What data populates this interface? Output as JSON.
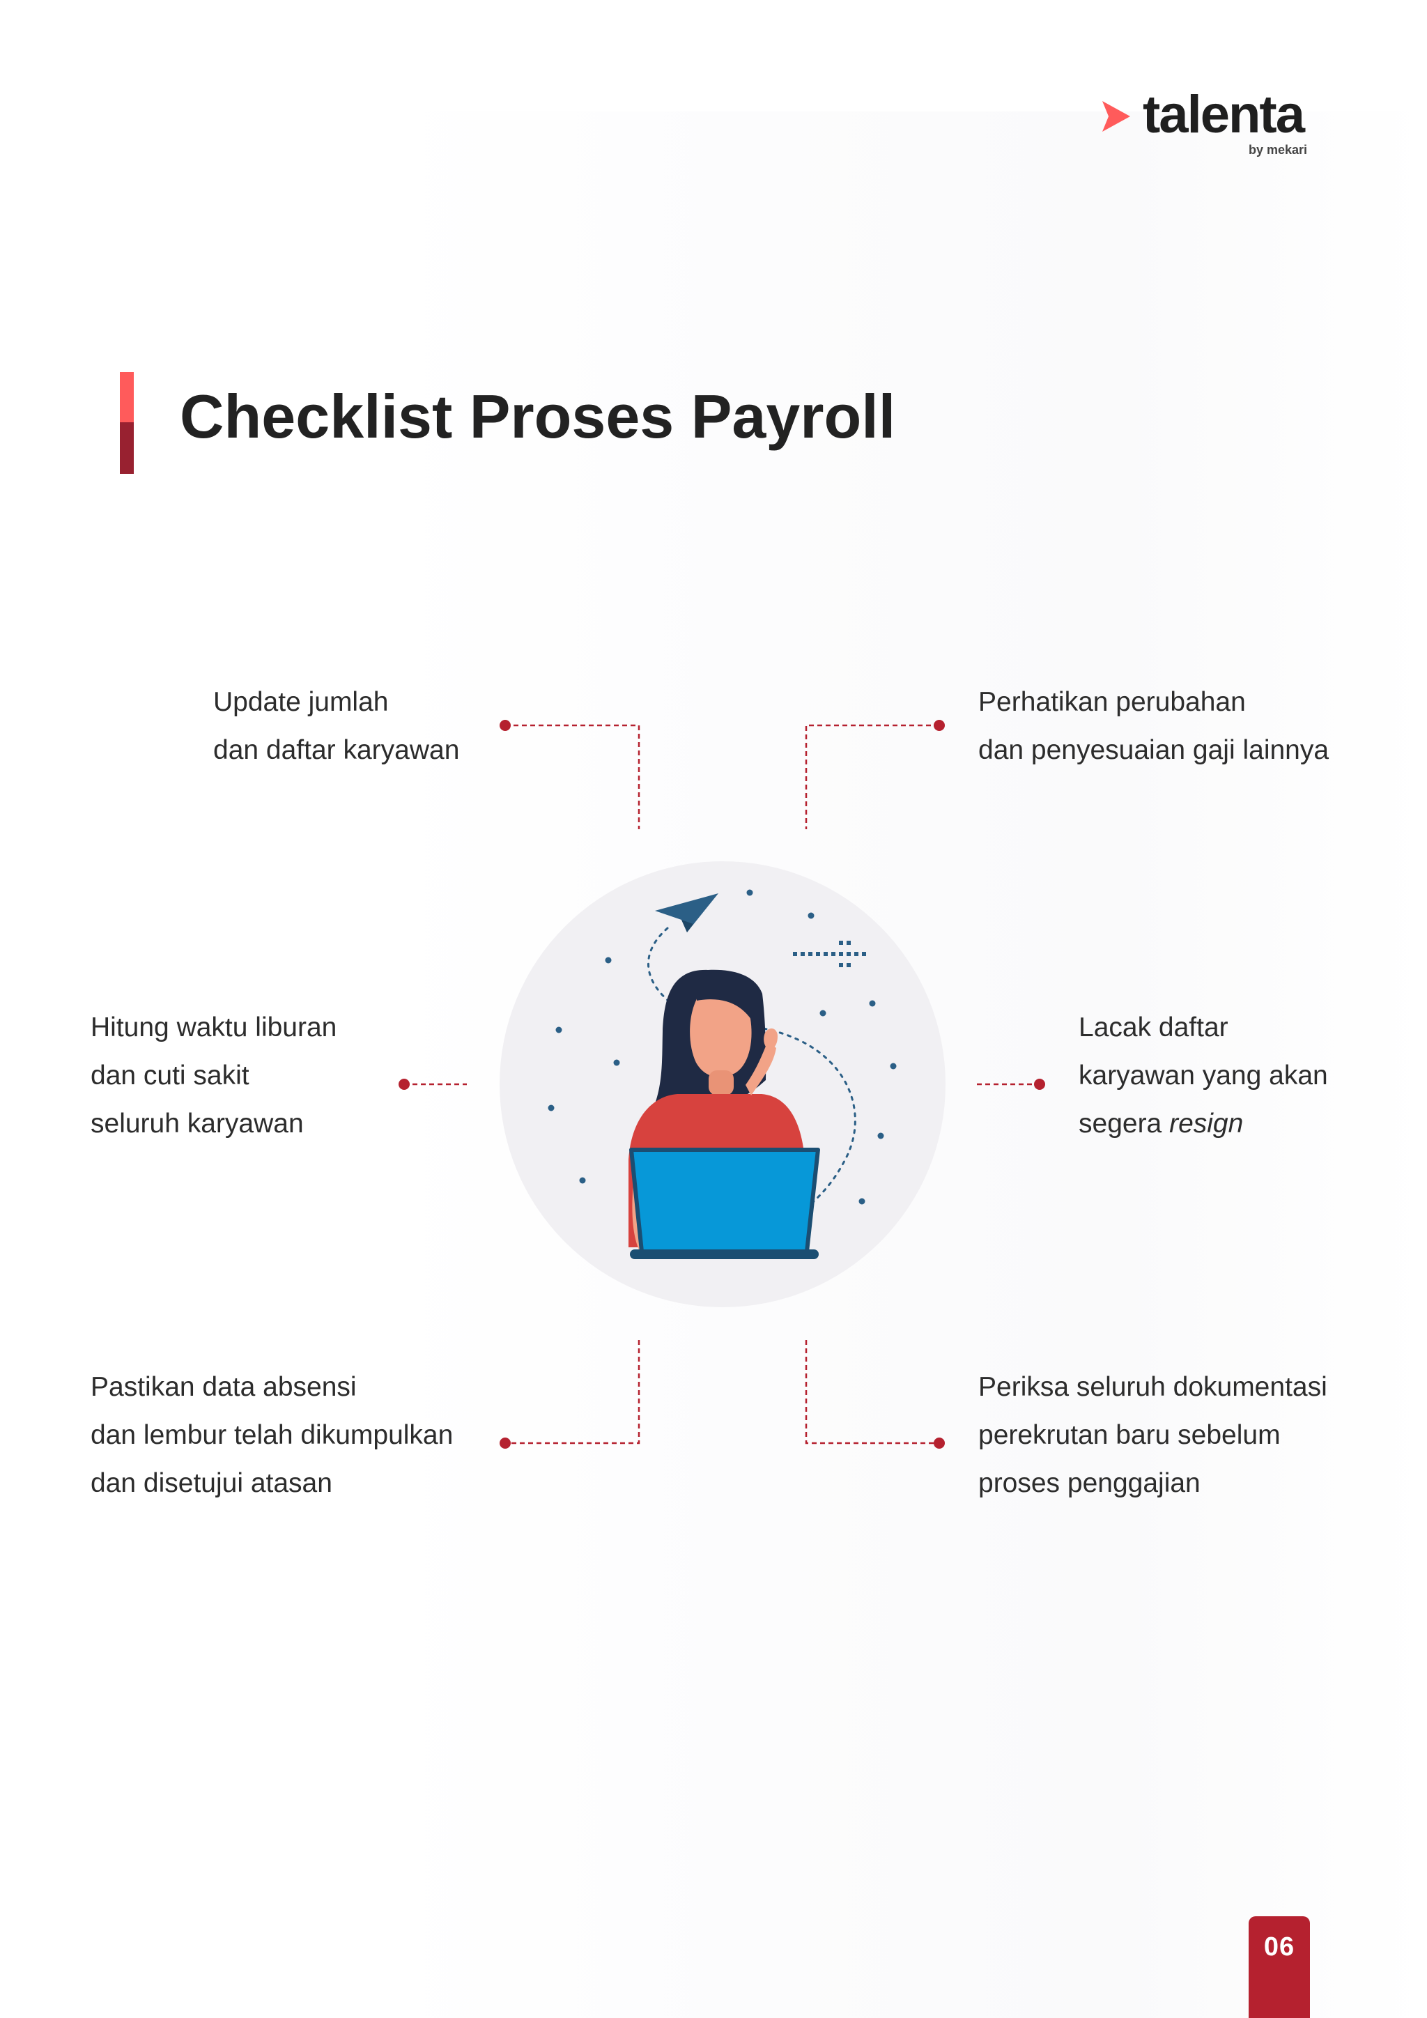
{
  "brand": {
    "name": "talenta",
    "tagline": "by mekari",
    "accent_colors": [
      "#ff5b5b",
      "#982130",
      "#b5212f"
    ]
  },
  "header": {
    "title": "Checklist Proses Payroll"
  },
  "checklist": {
    "top_left": {
      "line1": "Update jumlah",
      "line2": "dan daftar karyawan"
    },
    "top_right": {
      "line1": "Perhatikan perubahan",
      "line2": "dan penyesuaian gaji lainnya"
    },
    "mid_left": {
      "line1": "Hitung waktu liburan",
      "line2": "dan cuti sakit",
      "line3": "seluruh karyawan"
    },
    "mid_right": {
      "line1": "Lacak daftar",
      "line2": "karyawan yang akan",
      "line3_prefix": "segera ",
      "line3_emphasis": "resign"
    },
    "bottom_left": {
      "line1": "Pastikan data absensi",
      "line2": "dan lembur telah dikumpulkan",
      "line3": "dan disetujui atasan"
    },
    "bottom_right": {
      "line1": "Periksa seluruh dokumentasi",
      "line2": "perekrutan baru sebelum",
      "line3": "proses penggajian"
    }
  },
  "footer": {
    "page_number": "06"
  }
}
